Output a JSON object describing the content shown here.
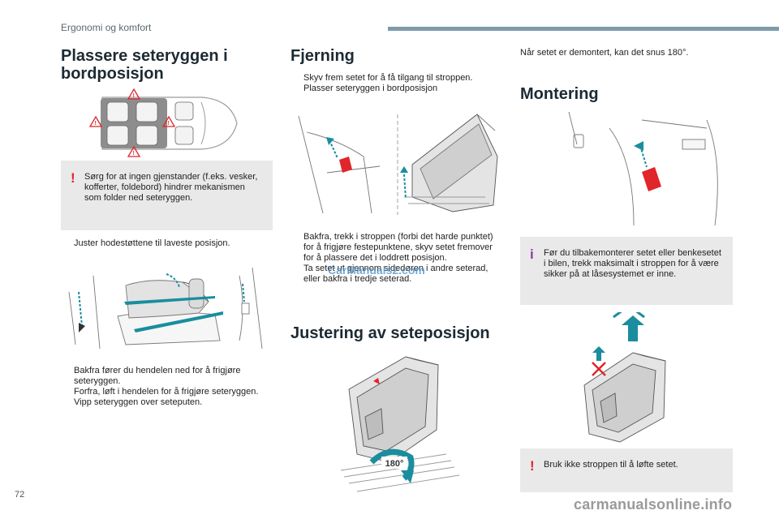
{
  "header": {
    "section": "Ergonomi og komfort"
  },
  "page_number": "72",
  "col1": {
    "title_line1": "Plassere seteryggen i",
    "title_line2": "bordposisjon",
    "warning": "Sørg for at ingen gjenstander (f.eks. vesker, kofferter, foldebord) hindrer mekanismen som folder ned seteryggen.",
    "bullet_headrest": "Juster hodestøttene til laveste posisjon.",
    "bullets": [
      "Bakfra fører du hendelen ned for å frigjøre seteryggen.",
      "Forfra, løft i hendelen for å frigjøre seteryggen.",
      "Vipp seteryggen over seteputen."
    ]
  },
  "col2": {
    "title": "Fjerning",
    "bullets_top": [
      "Skyv frem setet for å få tilgang til stroppen.",
      "Plasser seteryggen i bordposisjon"
    ],
    "bullets_bottom": [
      "Bakfra, trekk i stroppen (forbi det harde punktet) for å frigjøre festepunktene, skyv setet fremover for å plassere det i loddrett posisjon.",
      "Ta setet ut gjennom sidedøren i andre seterad, eller bakfra i tredje seterad."
    ],
    "title2": "Justering av seteposisjon",
    "rotation_label": "180°"
  },
  "col3": {
    "intro": "Når setet er demontert, kan det snus 180°.",
    "title": "Montering",
    "info": "Før du tilbakemonterer setet eller benkesetet i bilen, trekk maksimalt i stroppen for å være sikker på at låsesystemet er inne.",
    "warning": "Bruk ikke stroppen til å løfte setet."
  },
  "watermarks": {
    "top": "CarManuals2.com",
    "bottom": "carmanualsonline.info"
  },
  "symbols": {
    "bullet": "",
    "warning": "!",
    "info": "i"
  },
  "colors": {
    "accent": "#7e9ba9",
    "warning_red": "#e0252b",
    "info_violet": "#8a3fa0",
    "arrow_teal": "#1a8d9e",
    "note_grey": "#e9e9e9"
  }
}
